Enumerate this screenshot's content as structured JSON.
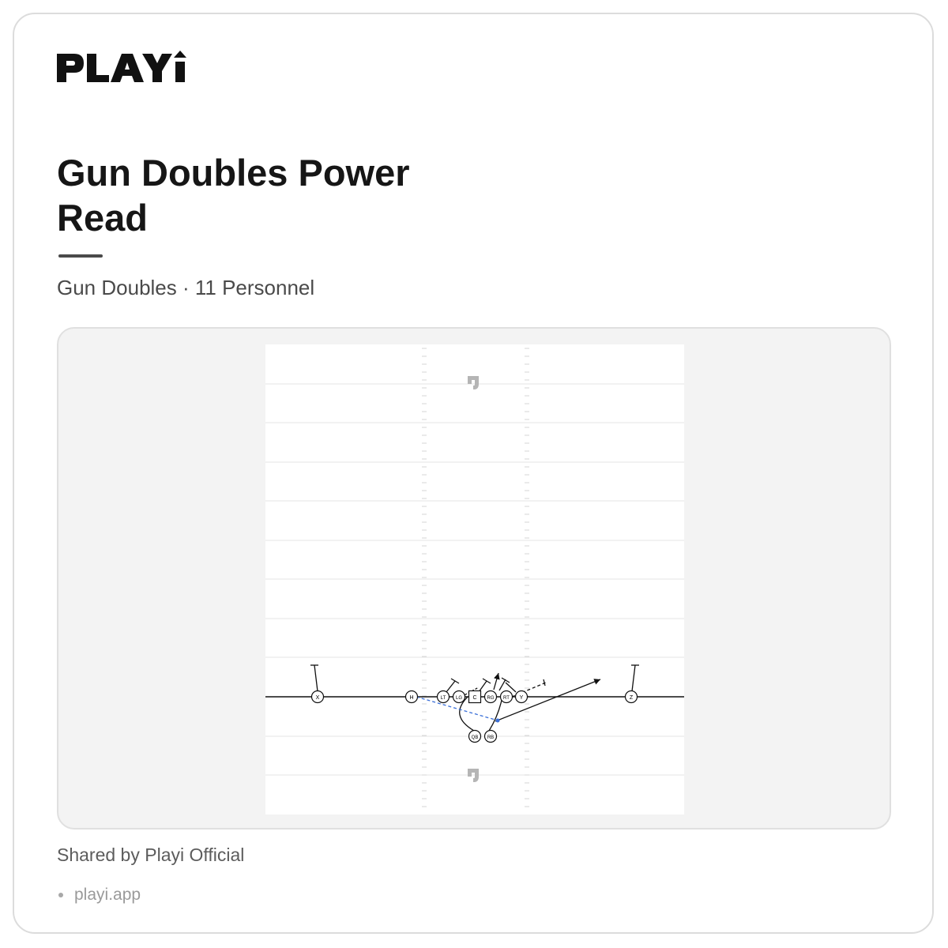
{
  "brand": {
    "logo_text": "PLAYi"
  },
  "play": {
    "title": "Gun Doubles Power Read",
    "formation_line": "Gun Doubles · 11 Personnel"
  },
  "diagram": {
    "players": {
      "x": "X",
      "h": "H",
      "lt": "LT",
      "lg": "LG",
      "c": "C",
      "rg": "RG",
      "rt": "RT",
      "y": "Y",
      "z": "Z",
      "qb": "QB",
      "rb": "RB"
    },
    "colors": {
      "read_path": "#3a6fd8",
      "routes": "#111111",
      "field": "#ffffff",
      "yard_line": "#e4e4e4"
    }
  },
  "footer": {
    "shared_by": "Shared by Playi Official",
    "site": "playi.app"
  }
}
